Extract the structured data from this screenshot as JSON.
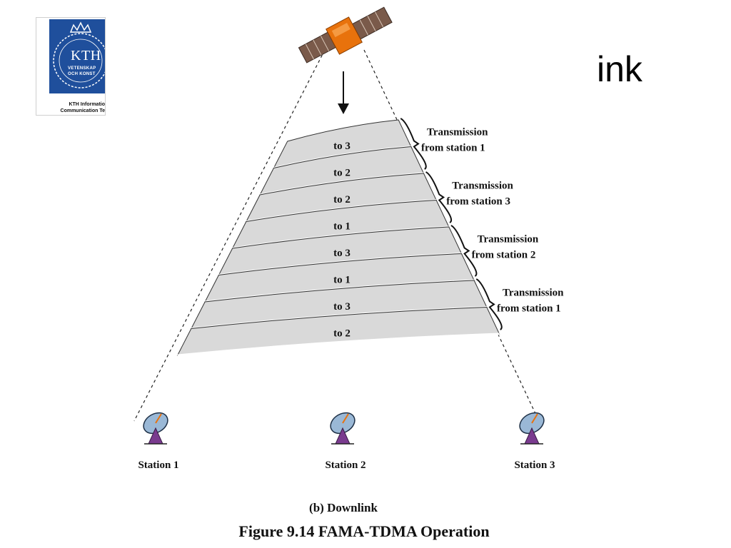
{
  "logo": {
    "mark": "KTH",
    "sub1": "VETENSKAP",
    "sub2": "OCH KONST",
    "caption1": "KTH Informatio",
    "caption2": "Communication Te"
  },
  "title_fragment": "ink",
  "slots": [
    "to 3",
    "to 2",
    "to 2",
    "to 1",
    "to 3",
    "to 1",
    "to 3",
    "to 2"
  ],
  "transmissions": [
    {
      "line1": "Transmission",
      "line2": "from station 1"
    },
    {
      "line1": "Transmission",
      "line2": "from station 3"
    },
    {
      "line1": "Transmission",
      "line2": "from station 2"
    },
    {
      "line1": "Transmission",
      "line2": "from station 1"
    }
  ],
  "stations": [
    "Station 1",
    "Station 2",
    "Station 3"
  ],
  "caption_sub": "(b) Downlink",
  "caption_figure": "Figure 9.14  FAMA-TDMA Operation",
  "colors": {
    "band": "#d9d9d9",
    "band_stroke": "#333333",
    "satellite": "#e8720c",
    "panel": "#7a5a4a",
    "dish": "#9ab8d6",
    "logo_blue": "#1f4f9c"
  }
}
